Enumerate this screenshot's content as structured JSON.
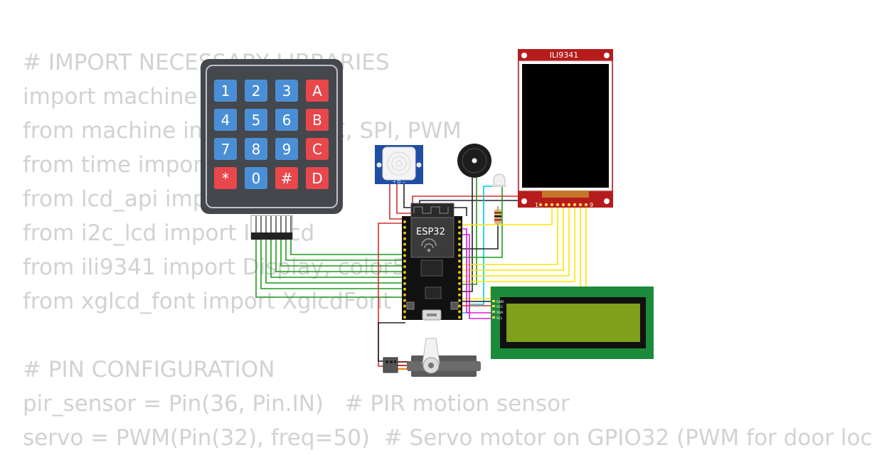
{
  "code_lines": [
    "# IMPORT NECESSARY LIBRARIES",
    "import machine",
    "from machine import Pin, I2C, SPI, PWM",
    "from time import sleep",
    "from lcd_api import LcdApi",
    "from i2c_lcd import I2cLcd",
    "from ili9341 import Display, color565",
    "from xglcd_font import XglcdFont",
    "",
    "# PIN CONFIGURATION",
    "pir_sensor = Pin(36, Pin.IN)   # PIR motion sensor",
    "servo = PWM(Pin(32), freq=50)  # Servo motor on GPIO32 (PWM for door loc"
  ],
  "keypad": {
    "keys": [
      "1",
      "2",
      "3",
      "A",
      "4",
      "5",
      "6",
      "B",
      "7",
      "8",
      "9",
      "C",
      "*",
      "0",
      "#",
      "D"
    ],
    "colors": {
      "digit": "#4a8fd6",
      "letter": "#e8474b",
      "body": "#44474c"
    }
  },
  "esp32": {
    "label": "ESP32"
  },
  "tft": {
    "label": "ILI9341",
    "pin_first": "1",
    "pin_last": "9",
    "color": "#b71c1c"
  },
  "pir": {
    "pins_label": "+ D −"
  },
  "lcd": {
    "pins": [
      "GND",
      "VCC",
      "SDA",
      "SCL"
    ],
    "color": "#1b8a3a"
  },
  "wire_colors": {
    "green": "#1a9c1a",
    "red": "#d32f2f",
    "black": "#222222",
    "yellow": "#ffe500",
    "magenta": "#d81bd8",
    "cyan": "#00c8e6"
  }
}
